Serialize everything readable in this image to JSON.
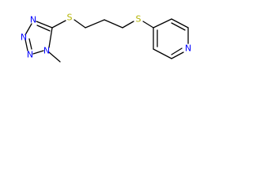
{
  "molecule": {
    "colors": {
      "bond": "#000000",
      "nitrogen": "#0000ff",
      "sulfur": "#b3b300",
      "background": "#ffffff"
    },
    "atoms": [
      {
        "id": "tz_n1",
        "label": "N",
        "element": "nitrogen"
      },
      {
        "id": "tz_n2",
        "label": "N",
        "element": "nitrogen"
      },
      {
        "id": "tz_n3",
        "label": "N",
        "element": "nitrogen"
      },
      {
        "id": "tz_n4",
        "label": "N",
        "element": "nitrogen"
      },
      {
        "id": "s1",
        "label": "S",
        "element": "sulfur"
      },
      {
        "id": "s2",
        "label": "S",
        "element": "sulfur"
      },
      {
        "id": "py_n",
        "label": "N",
        "element": "nitrogen"
      }
    ]
  }
}
